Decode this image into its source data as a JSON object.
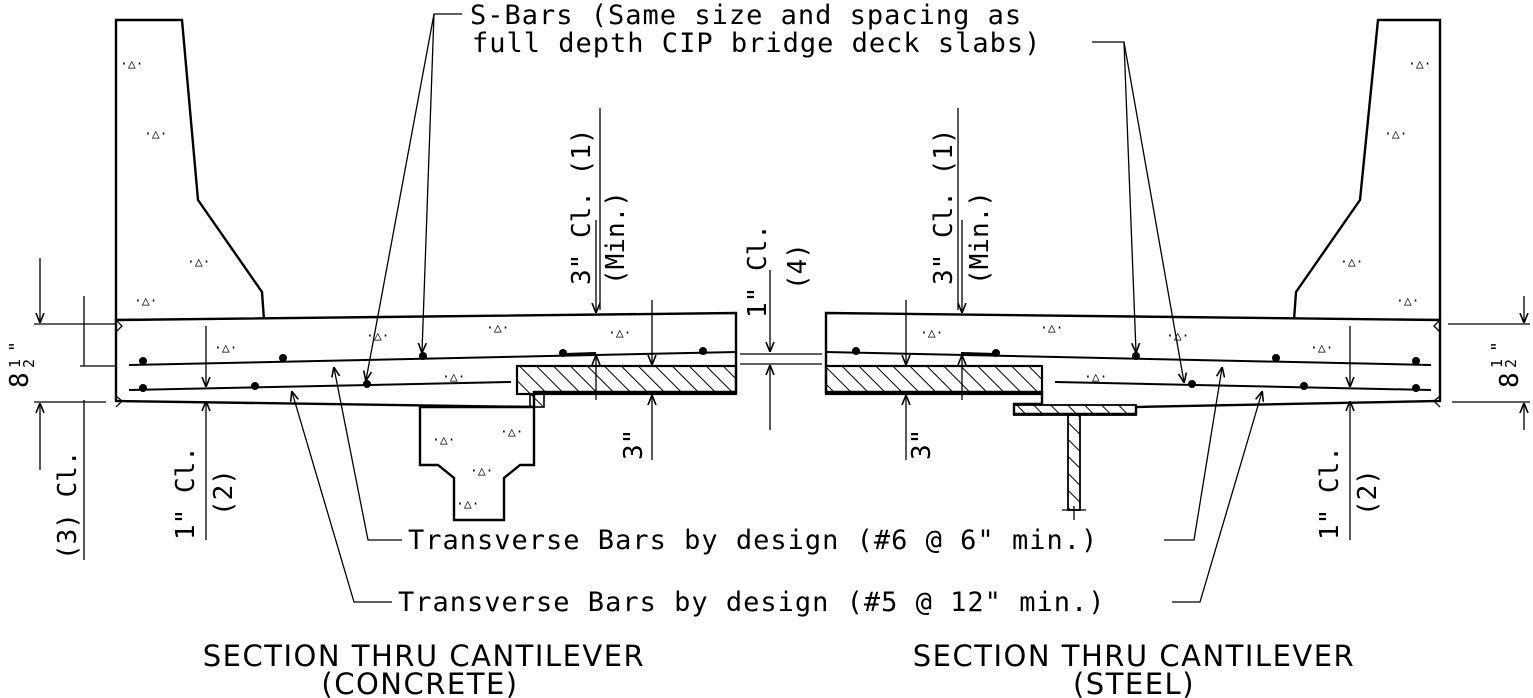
{
  "labels": {
    "s_bars_line1": "S-Bars (Same size and spacing as",
    "s_bars_line2": "full depth CIP bridge deck slabs)",
    "transverse_top": "Transverse Bars by design (#6 @ 6\" min.)",
    "transverse_bottom": "Transverse Bars by design (#5 @ 12\" min.)"
  },
  "dimensions": {
    "left_clear_top": "3\" Cl. (1)",
    "left_min": "(Min.)",
    "right_clear_top": "3\" Cl. (1)",
    "right_min": "(Min.)",
    "center_clear": "1\" Cl.",
    "center_note": "(4)",
    "left_depth_whole": "8",
    "left_depth_frac_num": "1",
    "left_depth_frac_den": "2",
    "left_depth_inch": "\"",
    "right_depth_whole": "8",
    "right_depth_frac_num": "1",
    "right_depth_frac_den": "2",
    "right_depth_inch": "\"",
    "left_bottom_clear": "1\" Cl.",
    "left_bottom_note": "(2)",
    "right_bottom_clear": "1\" Cl.",
    "right_bottom_note": "(2)",
    "left_edge_clear": "(3) Cl.",
    "left_panel_thickness": "3\"",
    "right_panel_thickness": "3\""
  },
  "titles": {
    "left_line1": "SECTION THRU CANTILEVER",
    "left_line2": "(CONCRETE)",
    "right_line1": "SECTION THRU CANTILEVER",
    "right_line2": "(STEEL)"
  },
  "symbols": {
    "aggregate": "·△·"
  }
}
